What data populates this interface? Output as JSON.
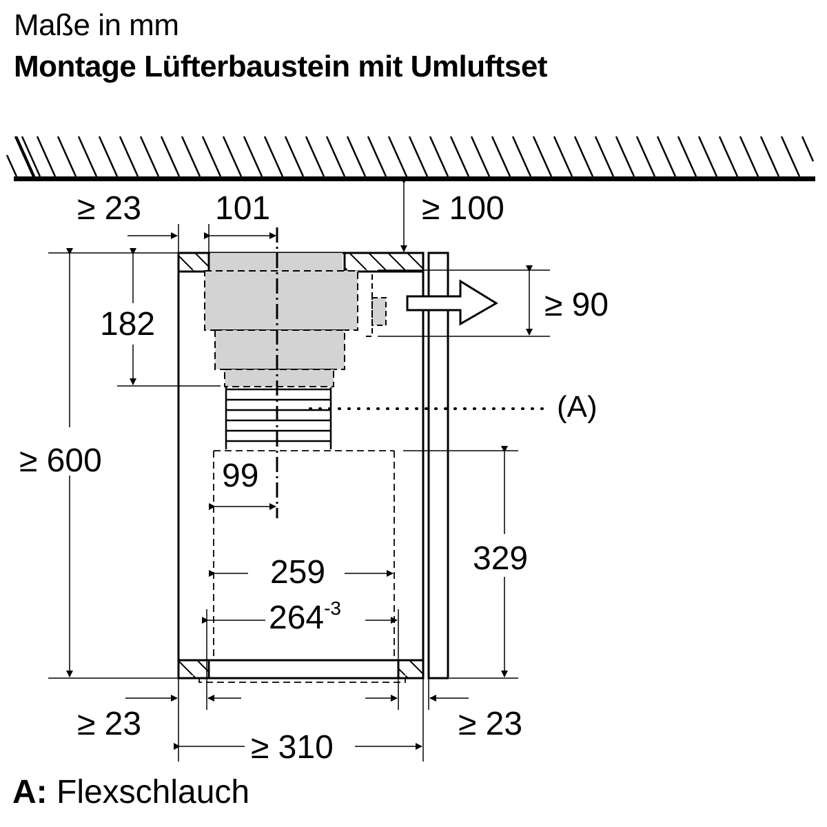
{
  "header": {
    "units": "Maße in mm",
    "title": "Montage Lüfterbaustein mit Umluftset"
  },
  "dimensions": {
    "left_top_gap": "≥ 23",
    "fan_offset": "101",
    "ceiling_gap": "≥ 100",
    "outlet_height": "≥ 90",
    "fan_height": "182",
    "cabinet_height": "≥ 600",
    "hose_offset": "99",
    "inner_width": "259",
    "cutout_width": "264",
    "cutout_tolerance": "-3",
    "lower_height": "329",
    "left_bottom_gap": "≥ 23",
    "right_bottom_gap": "≥ 23",
    "cabinet_width": "≥ 310"
  },
  "callouts": {
    "hose_label": "(A)"
  },
  "legend": {
    "key": "A:",
    "value": "Flexschlauch"
  },
  "colors": {
    "line": "#000000",
    "fill_gray": "#d3d3d3",
    "background": "#ffffff"
  }
}
